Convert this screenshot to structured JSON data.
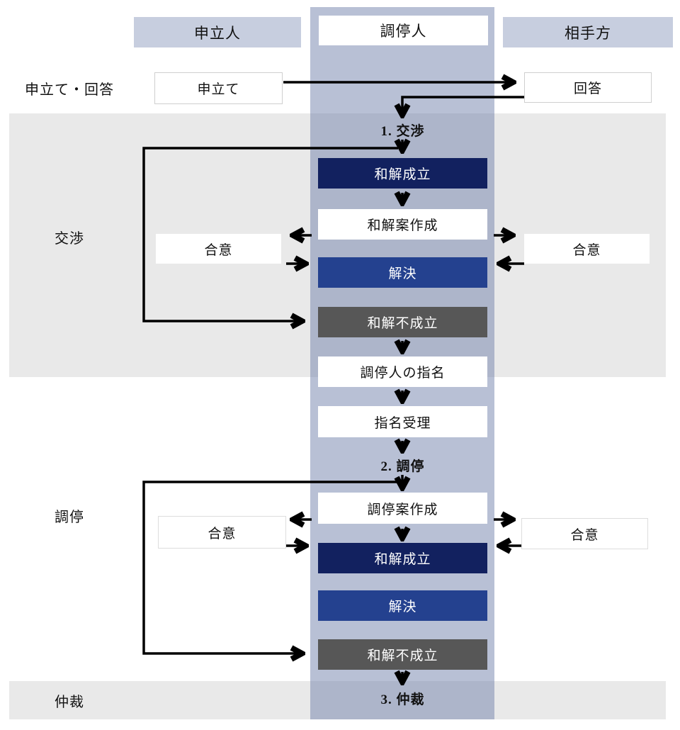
{
  "diagram": {
    "title": "ADR flow: negotiation - mediation - arbitration",
    "columns": {
      "applicant": "申立人",
      "mediator": "調停人",
      "respondent": "相手方"
    },
    "phases": {
      "filing": "申立て・回答",
      "negotiation": "交渉",
      "mediation": "調停",
      "arbitration": "仲裁"
    },
    "nodes": {
      "application": "申立て",
      "answer": "回答",
      "phase1": "1. 交渉",
      "settlement1": "和解成立",
      "draft_settlement": "和解案作成",
      "agreement_left1": "合意",
      "agreement_right1": "合意",
      "resolution1": "解決",
      "no_settlement1": "和解不成立",
      "mediator_nomination": "調停人の指名",
      "nomination_acceptance": "指名受理",
      "phase2": "2. 調停",
      "draft_mediation": "調停案作成",
      "agreement_left2": "合意",
      "agreement_right2": "合意",
      "settlement2": "和解成立",
      "resolution2": "解決",
      "no_settlement2": "和解不成立",
      "phase3": "3. 仲裁"
    },
    "edges": [
      {
        "from": "application",
        "to": "answer"
      },
      {
        "from": "answer",
        "to": "phase1"
      },
      {
        "from": "phase1",
        "to": "settlement1"
      },
      {
        "from": "phase1",
        "to": "no_settlement1"
      },
      {
        "from": "settlement1",
        "to": "draft_settlement"
      },
      {
        "from": "draft_settlement",
        "to": "agreement_left1"
      },
      {
        "from": "draft_settlement",
        "to": "agreement_right1"
      },
      {
        "from": "agreement_left1",
        "to": "resolution1"
      },
      {
        "from": "agreement_right1",
        "to": "resolution1"
      },
      {
        "from": "no_settlement1",
        "to": "mediator_nomination"
      },
      {
        "from": "mediator_nomination",
        "to": "nomination_acceptance"
      },
      {
        "from": "nomination_acceptance",
        "to": "phase2"
      },
      {
        "from": "phase2",
        "to": "draft_mediation"
      },
      {
        "from": "phase2",
        "to": "no_settlement2"
      },
      {
        "from": "draft_mediation",
        "to": "settlement2"
      },
      {
        "from": "draft_mediation",
        "to": "agreement_left2"
      },
      {
        "from": "draft_mediation",
        "to": "agreement_right2"
      },
      {
        "from": "agreement_left2",
        "to": "settlement2"
      },
      {
        "from": "agreement_right2",
        "to": "settlement2"
      },
      {
        "from": "no_settlement2",
        "to": "phase3"
      }
    ],
    "colors": {
      "navy": "#12215F",
      "blue": "#24418F",
      "dark_gray": "#575757",
      "header_fill": "#C7CEDF",
      "section_fill": "#E9E9E9",
      "center_band_fill": "rgba(114,129,172,0.5)",
      "arrow": "#000000"
    }
  }
}
